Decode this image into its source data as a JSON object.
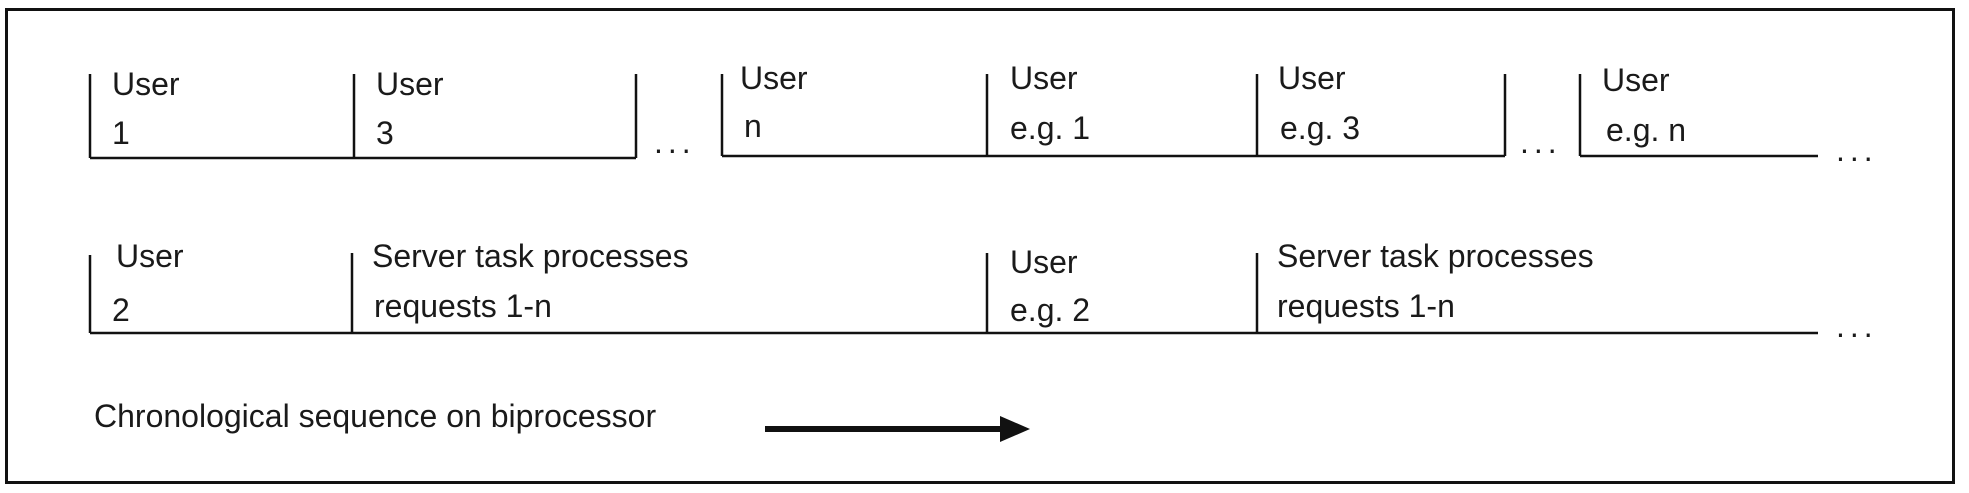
{
  "row1": {
    "cells": [
      {
        "line1": "User",
        "line2": "1"
      },
      {
        "line1": "User",
        "line2": "3"
      },
      {
        "line1": "User",
        "line2": "n"
      },
      {
        "line1": "User",
        "line2": "e.g. 1"
      },
      {
        "line1": "User",
        "line2": "e.g. 3"
      },
      {
        "line1": "User",
        "line2": "e.g. n"
      }
    ],
    "ellipses": [
      "...",
      "...",
      "..."
    ]
  },
  "row2": {
    "cells": [
      {
        "line1": "User",
        "line2": "2"
      },
      {
        "line1": "Server task processes",
        "line2": "requests 1-n"
      },
      {
        "line1": "User",
        "line2": "e.g. 2"
      },
      {
        "line1": "Server task processes",
        "line2": "requests 1-n"
      }
    ],
    "ellipses": [
      "..."
    ]
  },
  "caption": "Chronological sequence on biprocessor"
}
